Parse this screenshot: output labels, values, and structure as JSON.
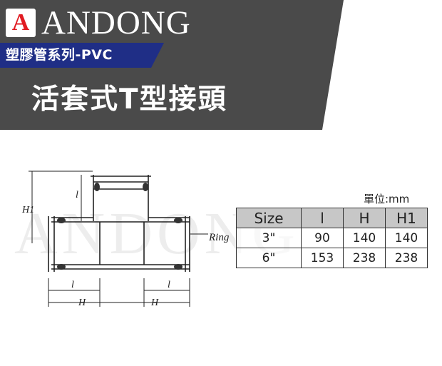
{
  "header": {
    "logo_letter": "A",
    "brand": "ANDONG",
    "series": "塑膠管系列-PVC",
    "title": "活套式T型接頭"
  },
  "watermark": "ANDONG",
  "drawing": {
    "ring_label": "Ring",
    "dim_h1": "H1",
    "dim_l_top": "l",
    "dim_l_left": "l",
    "dim_l_right": "l",
    "dim_h_left": "H",
    "dim_h_right": "H"
  },
  "unit_label": "單位:mm",
  "table": {
    "headers": [
      "Size",
      "l",
      "H",
      "H1"
    ],
    "rows": [
      [
        "3\"",
        "90",
        "140",
        "140"
      ],
      [
        "6\"",
        "153",
        "238",
        "238"
      ]
    ]
  },
  "colors": {
    "header_dark": "#4a4a4a",
    "series_blue": "#1f2e86",
    "logo_red": "#e11b22"
  }
}
